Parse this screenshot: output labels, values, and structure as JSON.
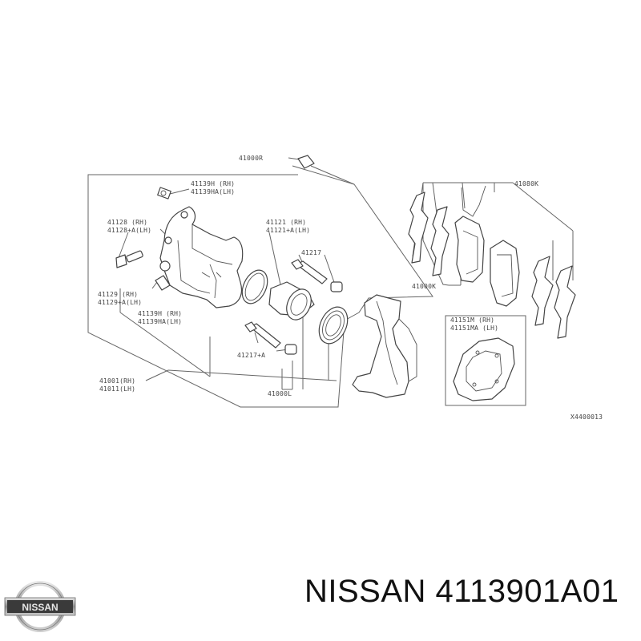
{
  "diagram": {
    "labels": {
      "l_41000r": "41000R",
      "l_41139h": "41139H  (RH)",
      "l_41139ha": "41139HA(LH)",
      "l_41128": "41128  (RH)",
      "l_41128a": "41128+A(LH)",
      "l_41121": "41121  (RH)",
      "l_41121a": "41121+A(LH)",
      "l_41217": "41217",
      "l_41129": "41129  (RH)",
      "l_41129a": "41129+A(LH)",
      "l_41139h2": "41139H  (RH)",
      "l_41139ha2": "41139HA(LH)",
      "l_41217a": "41217+A",
      "l_41001": "41001(RH)",
      "l_41011": "41011(LH)",
      "l_41000l": "41000L",
      "l_41080k": "41080K",
      "l_41000k": "41000K",
      "l_41151m": "41151M  (RH)",
      "l_41151ma": "41151MA (LH)",
      "l_code": "X4400013"
    }
  },
  "brand": {
    "logo_text": "NISSAN",
    "title": "NISSAN 4113901A01"
  }
}
